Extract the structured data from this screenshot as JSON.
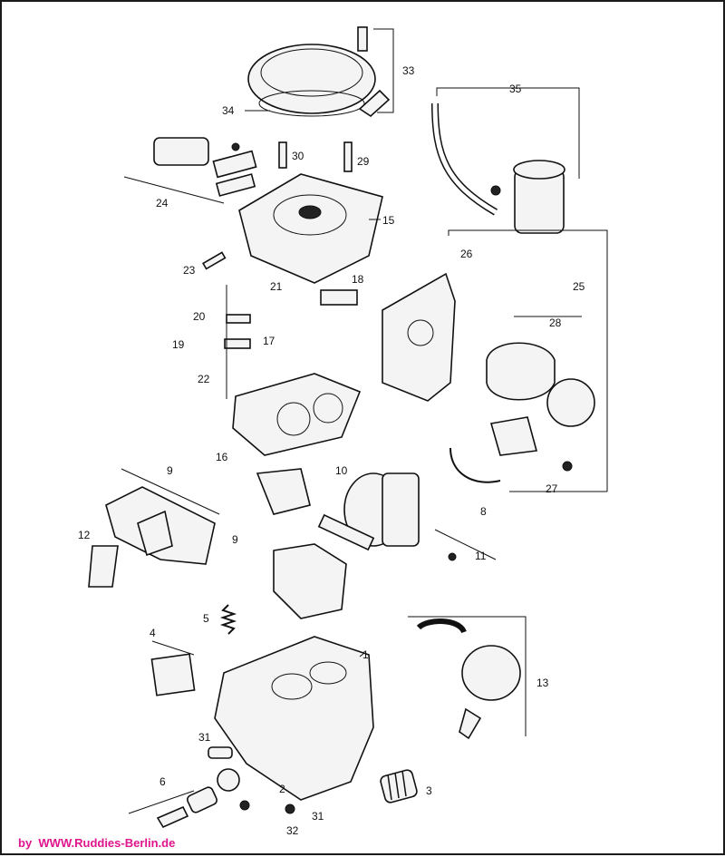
{
  "credit": {
    "prefix": "by",
    "url": "WWW.Ruddies-Berlin.de",
    "color": "#e0148c"
  },
  "labels": {
    "l1": "1",
    "l2": "2",
    "l3": "3",
    "l4": "4",
    "l5": "5",
    "l6": "6",
    "l9a": "9",
    "l9b": "9",
    "l10": "10",
    "l11": "11",
    "l12": "12",
    "l13": "13",
    "l15": "15",
    "l16": "16",
    "l17": "17",
    "l18": "18",
    "l19": "19",
    "l20": "20",
    "l21": "21",
    "l22": "22",
    "l23": "23",
    "l24": "24",
    "l25": "25",
    "l26": "26",
    "l27": "27",
    "l28": "28",
    "l29": "29",
    "l30": "30",
    "l31a": "31",
    "l31b": "31",
    "l32": "32",
    "l33": "33",
    "l34": "34",
    "l35": "35",
    "l8": "8"
  }
}
